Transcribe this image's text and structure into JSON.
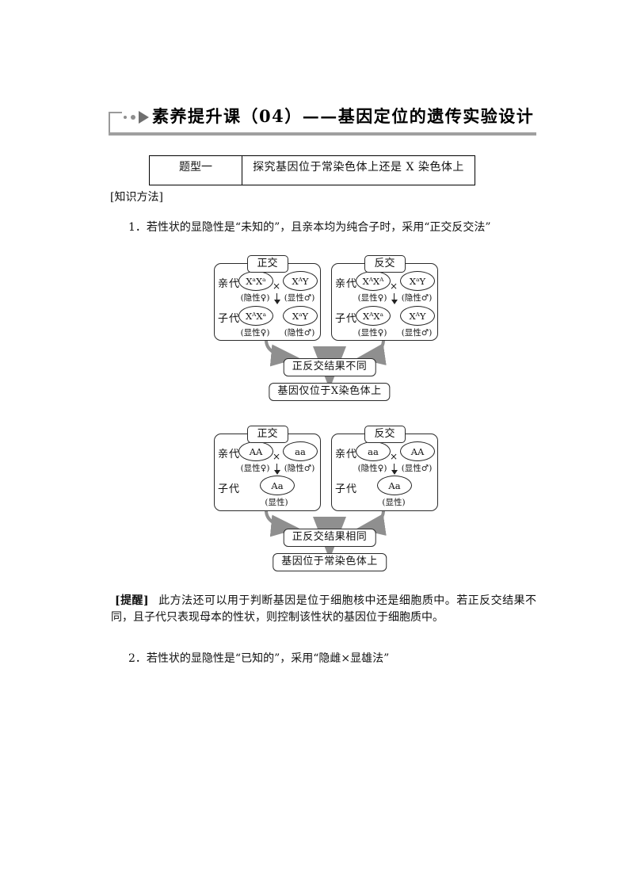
{
  "header": {
    "title": "素养提升课（04）——基因定位的遗传实验设计",
    "icon": "arrow-dots-icon"
  },
  "topic_table": {
    "type_label": "题型一",
    "topic_title": "探究基因位于常染色体上还是 X 染色体上"
  },
  "section_tag": "[知识方法]",
  "paragraph1": "1．若性状的显隐性是“未知的”，且亲本均为纯合子时，采用“正交反交法”",
  "diagram1": {
    "forward": {
      "label": "正交",
      "parent_label": "亲代",
      "child_label": "子代",
      "cross_symbol": "×",
      "parents": [
        {
          "genotype": "XᵃXᵃ",
          "phenotype": "(隐性♀)"
        },
        {
          "genotype": "XᴬY",
          "phenotype": "(显性♂)"
        }
      ],
      "children": [
        {
          "genotype": "XᴬXᵃ",
          "phenotype": "(显性♀)"
        },
        {
          "genotype": "XᵃY",
          "phenotype": "(隐性♂)"
        }
      ]
    },
    "reverse": {
      "label": "反交",
      "parent_label": "亲代",
      "child_label": "子代",
      "cross_symbol": "×",
      "parents": [
        {
          "genotype": "XᴬXᴬ",
          "phenotype": "(显性♀)"
        },
        {
          "genotype": "XᵃY",
          "phenotype": "(隐性♂)"
        }
      ],
      "children": [
        {
          "genotype": "XᴬXᵃ",
          "phenotype": "(显性♀)"
        },
        {
          "genotype": "XᴬY",
          "phenotype": "(显性♂)"
        }
      ]
    },
    "result": "正反交结果不同",
    "conclusion": "基因仅位于X染色体上"
  },
  "diagram2": {
    "forward": {
      "label": "正交",
      "parent_label": "亲代",
      "child_label": "子代",
      "cross_symbol": "×",
      "parents": [
        {
          "genotype": "AA",
          "phenotype": "(显性♀)"
        },
        {
          "genotype": "aa",
          "phenotype": "(隐性♂)"
        }
      ],
      "child": {
        "genotype": "Aa",
        "phenotype": "(显性)"
      }
    },
    "reverse": {
      "label": "反交",
      "parent_label": "亲代",
      "child_label": "子代",
      "cross_symbol": "×",
      "parents": [
        {
          "genotype": "aa",
          "phenotype": "(隐性♀)"
        },
        {
          "genotype": "AA",
          "phenotype": "(显性♂)"
        }
      ],
      "child": {
        "genotype": "Aa",
        "phenotype": "(显性)"
      }
    },
    "result": "正反交结果相同",
    "conclusion": "基因位于常染色体上"
  },
  "reminder": {
    "tag": "[提醒]",
    "text": "此方法还可以用于判断基因是位于细胞核中还是细胞质中。若正反交结果不同，且子代只表现母本的性状，则控制该性状的基因位于细胞质中。"
  },
  "paragraph2": "2．若性状的显隐性是“已知的”，采用“隐雌×显雄法”",
  "colors": {
    "line_gray": "#8f8f8f",
    "border_dark": "#2b2b2b",
    "text": "#111111"
  }
}
